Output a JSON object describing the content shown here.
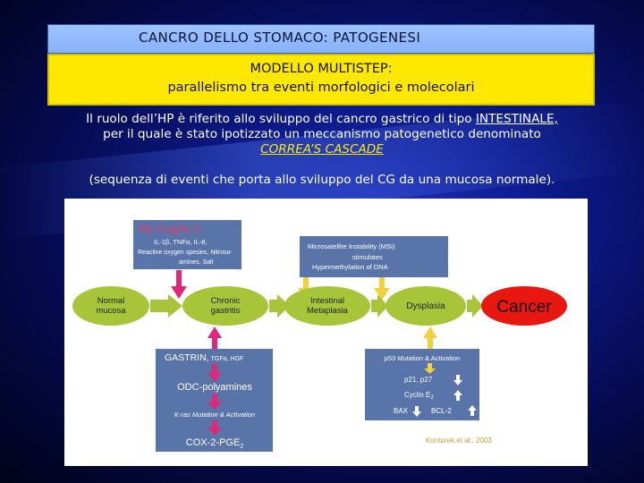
{
  "slide": {
    "title": "CANCRO DELLO STOMACO: PATOGENESI",
    "subtitle_line1": "MODELLO MULTISTEP:",
    "subtitle_line2": "parallelismo tra eventi morfologici e molecolari",
    "intro_part1": "Il ruolo dell’HP è riferito allo sviluppo del cancro gastrico di tipo ",
    "intro_intestinale": "INTESTINALE,",
    "intro_part2": "per il quale è stato ipotizzato un meccanismo patogenetico denominato",
    "intro_cascade": "CORREA’S CASCADE",
    "intro_sequence": "(sequenza di eventi che porta allo sviluppo del CG da una mucosa normale)."
  },
  "diagram": {
    "hp_box": {
      "title": "Hp CagA(+)",
      "line1": "IL-1β, TNFα, IL-8,",
      "line2": "Reactive oxygen spesies, Nitroso-",
      "line3": "amines, Salt"
    },
    "msi_box": {
      "line1": "Microsatellite Instability (MSI)",
      "line2": "stimulates",
      "line3": "Hypermethylation of DNA"
    },
    "stages": [
      {
        "line1": "Normal",
        "line2": "mucosa"
      },
      {
        "line1": "Chronic",
        "line2": "gastritis"
      },
      {
        "line1": "Intestinal",
        "line2": "Metaplasia"
      },
      {
        "line1": "Dysplasia",
        "line2": ""
      }
    ],
    "cancer_label": "Cancer",
    "left_box": {
      "gastrin": "GASTRIN,",
      "gastrin_small": "TGFα, HGF",
      "odc": "ODC-polyamines",
      "kras": "K-ras Mutation & Activation",
      "cox": "COX-2-PGE",
      "cox_sub": "2"
    },
    "right_box": {
      "p53": "p53 Mutation & Activation",
      "p21": "p21, p27",
      "cyclin": "Cyclin E",
      "cyclin_sub": "2",
      "bax": "BAX",
      "bcl": "BCL-2"
    },
    "citation": "Konturek et al., 2003",
    "colors": {
      "box_blue": "#5874a8",
      "ellipse_green": "#a8c53a",
      "cancer_red": "#e8170f",
      "arrow_pink": "#e0287a",
      "arrow_gold": "#f2cf3c",
      "citation_gold": "#c8a030"
    }
  }
}
